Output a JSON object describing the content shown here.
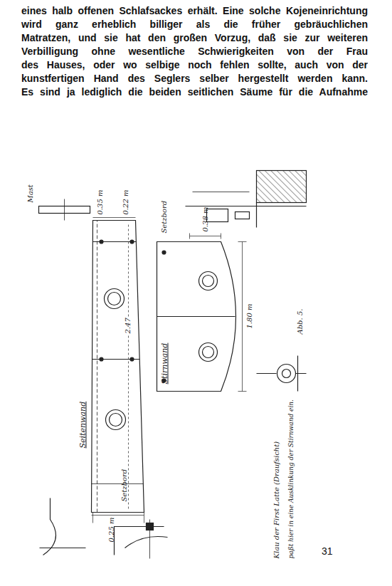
{
  "diagram": {
    "labels": [
      "eines halb offenen Schlafsackes erhält. Eine solche Kojeneinrichtung",
      "wird ganz erheblich billiger als die früher gebräuchlichen",
      "Matratzen, und sie hat den großen Vorzug, daß sie zur weiteren",
      "Verbilligung ohne wesentliche Schwierigkeiten von der Frau",
      "des Hauses, oder wo selbige noch fehlen sollte, auch von der",
      "kunstfertigen Hand des Seglers selber hergestellt werden kann.",
      "Es sind ja lediglich die beiden seitlichen Säume für die Aufnahme",
      "Seitenwand",
      "Mast",
      "Stirnwand",
      "Abb. 5.",
      "Klau der First Latte (Draufsicht)",
      "paßt hier in eine Ausklinkung der Stirnwand ein.",
      "2.47",
      "1.80 m",
      "0.38 m",
      "0.35 m",
      "0.22 m",
      "0.25 m",
      "Setzbord",
      "Setzbord",
      "31"
    ]
  }
}
